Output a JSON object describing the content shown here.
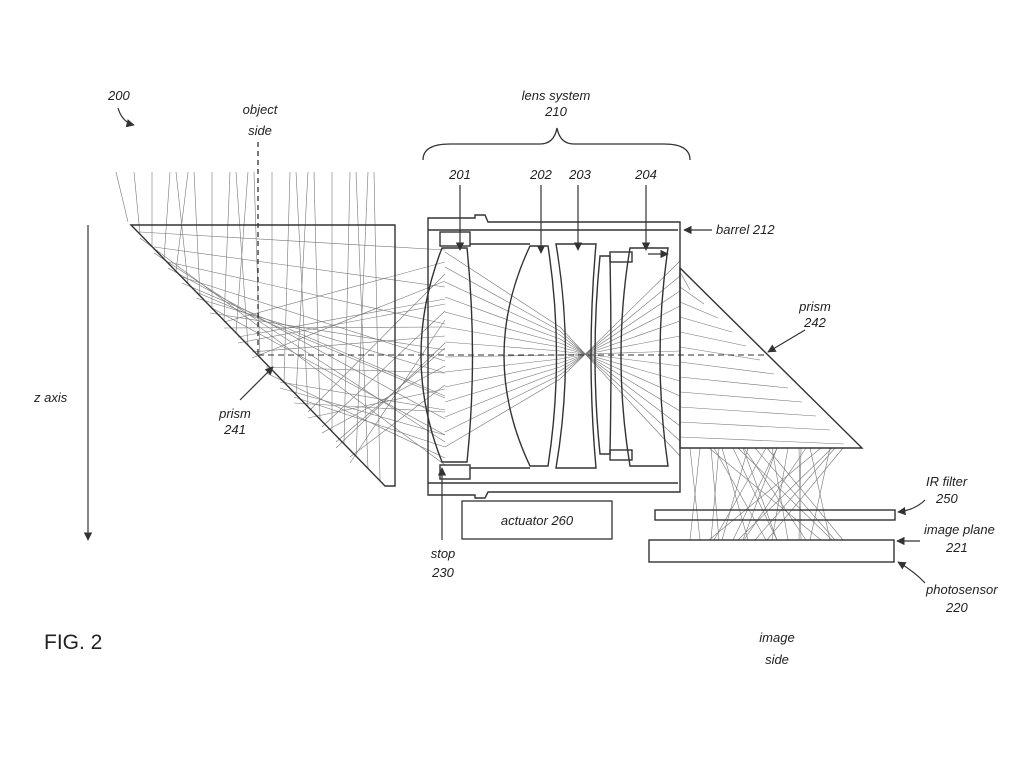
{
  "figure": {
    "ref_num": "200",
    "fig_label": "FIG. 2",
    "object_side_1": "object",
    "object_side_2": "side",
    "image_side_1": "image",
    "image_side_2": "side",
    "z_axis": "z axis"
  },
  "lens_system": {
    "name": "lens system",
    "num": "210"
  },
  "lenses": [
    {
      "num": "201"
    },
    {
      "num": "202"
    },
    {
      "num": "203"
    },
    {
      "num": "204"
    }
  ],
  "barrel": {
    "label": "barrel",
    "num": "212"
  },
  "prism_241": {
    "label": "prism",
    "num": "241"
  },
  "prism_242": {
    "label": "prism",
    "num": "242"
  },
  "actuator": {
    "label": "actuator",
    "num": "260"
  },
  "stop": {
    "label": "stop",
    "num": "230"
  },
  "ir_filter": {
    "label": "IR filter",
    "num": "250"
  },
  "image_plane": {
    "label": "image plane",
    "num": "221"
  },
  "photosensor": {
    "label": "photosensor",
    "num": "220"
  },
  "colors": {
    "line": "#333333",
    "ray": "#555555"
  }
}
